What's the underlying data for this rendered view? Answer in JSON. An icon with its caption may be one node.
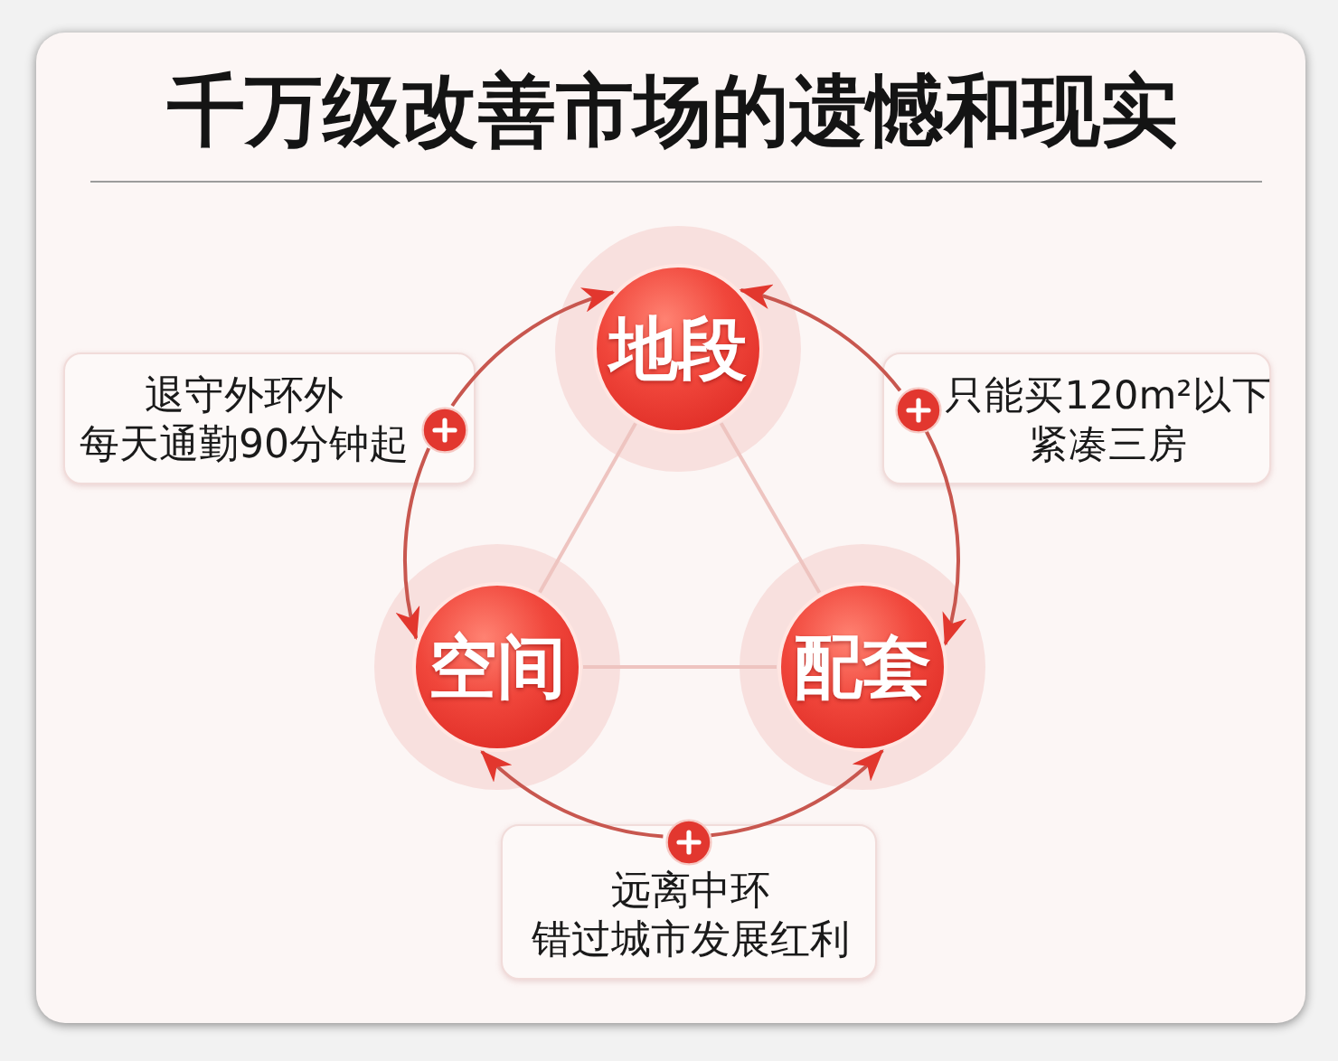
{
  "diagram": {
    "title": "千万级改善市场的遗憾和现实",
    "nodes": [
      {
        "text": [
          "地段"
        ]
      },
      {
        "text": [
          "退守外环外每天通勤90分钟起"
        ]
      },
      {
        "text": [],
        "shape": "circle",
        "in": 1
      },
      {
        "text": [
          "只能买120m²以下紧凑三房"
        ]
      },
      {
        "text": [],
        "shape": "circle",
        "in": 3
      },
      {
        "text": [
          "空间"
        ]
      },
      {
        "text": [
          "配套"
        ]
      },
      {
        "text": [
          "远离中环错过城市发展红利"
        ]
      },
      {
        "text": [],
        "shape": "circle",
        "in": 7
      }
    ],
    "edges": [
      {
        "from": 2,
        "to": 0,
        "arrow": "to"
      },
      {
        "from": 2,
        "to": 5,
        "arrow": "to"
      },
      {
        "from": 4,
        "to": 0,
        "arrow": "to"
      },
      {
        "from": 4,
        "to": 6,
        "arrow": "to"
      },
      {
        "from": 8,
        "to": 5,
        "arrow": "to"
      },
      {
        "from": 8,
        "to": 6,
        "arrow": "to"
      },
      {
        "from": 0,
        "to": 5,
        "arrow": "none",
        "color": "#eec4c0"
      },
      {
        "from": 0,
        "to": 6,
        "arrow": "none",
        "color": "#eec4c0"
      },
      {
        "from": 5,
        "to": 6,
        "arrow": "none",
        "color": "#eec4c0"
      }
    ]
  }
}
